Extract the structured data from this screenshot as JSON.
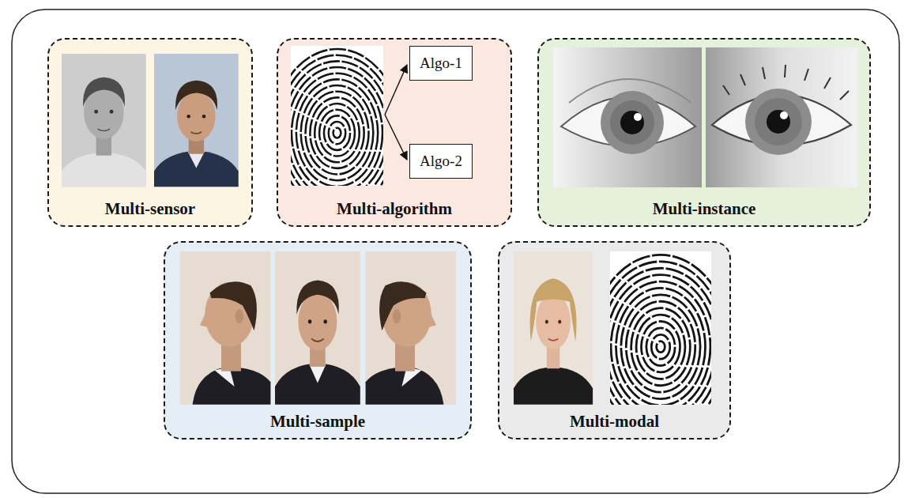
{
  "diagram": {
    "nodes": [
      {
        "text": [
          "Multi-sensor"
        ]
      },
      {
        "text": [
          "Multi-algorithm"
        ]
      },
      {
        "text": [
          "Algo-1"
        ],
        "in": 1
      },
      {
        "text": [
          "Algo-2"
        ],
        "in": 1
      },
      {
        "text": [
          "Multi-instance"
        ]
      },
      {
        "text": [
          "Multi-sample"
        ]
      },
      {
        "text": [
          "Multi-modal"
        ]
      }
    ]
  }
}
